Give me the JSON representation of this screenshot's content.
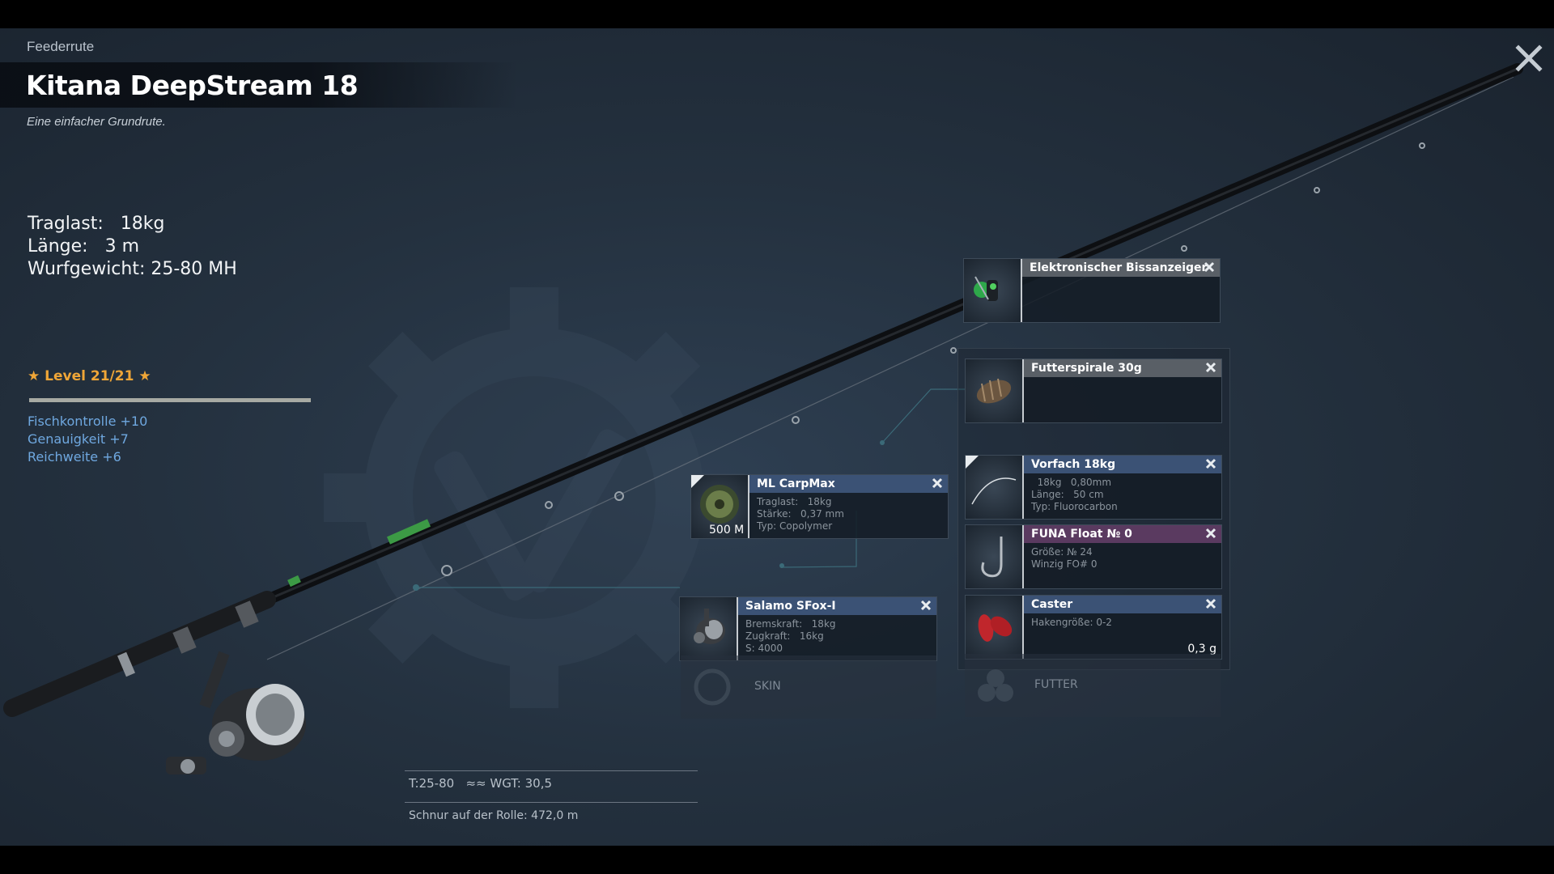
{
  "header": {
    "category": "Feederrute",
    "title": "Kitana DeepStream 18",
    "subtitle": "Eine einfacher Grundrute.",
    "close_icon": "close-icon"
  },
  "stats": {
    "load": "Traglast:   18kg",
    "length": "Länge:   3 m",
    "cast_weight": "Wurfgewicht: 25-80 MH"
  },
  "level": {
    "label": "★ Level 21/21 ★",
    "progress": 1.0,
    "bonuses": [
      "Fischkontrolle +10",
      "Genauigkeit +7",
      "Reichweite +6"
    ]
  },
  "equipment": {
    "bite_indicator": {
      "name": "Elektronischer Bissanzeiger",
      "icon": "bite-alarm-icon"
    },
    "feeder": {
      "name": "Futterspirale 30g",
      "icon": "feeder-cage-icon"
    },
    "leader": {
      "name": "Vorfach  18kg",
      "details": "  18kg   0,80mm\nLänge:   50 cm\nTyp: Fluorocarbon",
      "icon": "leader-line-icon"
    },
    "hook": {
      "name": "FUNA Float № 0",
      "details": "Größe: № 24\nWinzig FO# 0",
      "icon": "hook-icon"
    },
    "bait": {
      "name": "Caster",
      "details": "Hakengröße: 0-2",
      "weight": "0,3 g",
      "icon": "caster-bait-icon"
    },
    "line": {
      "name": "ML CarpMax",
      "details": "Traglast:   18kg\nStärke:   0,37 mm\nTyp: Copolymer",
      "badge": "500 M",
      "icon": "line-spool-icon"
    },
    "reel": {
      "name": "Salamo SFox-I",
      "details": "Bremskraft:   18kg\nZugkraft:   16kg\nS: 4000",
      "icon": "reel-icon"
    }
  },
  "slots": {
    "skin": "SKIN",
    "bait_feed": "FUTTER"
  },
  "footer": {
    "tackle_info": "T:25-80   ≈≈ WGT: 30,5",
    "line_on_reel": "Schnur auf der Rolle: 472,0 m"
  },
  "colors": {
    "accent_level": "#f0a637",
    "bonus_text": "#6fa8e0",
    "header_blue": "#3b5275",
    "header_grey": "#595f66",
    "header_purple": "#5a3a60"
  }
}
